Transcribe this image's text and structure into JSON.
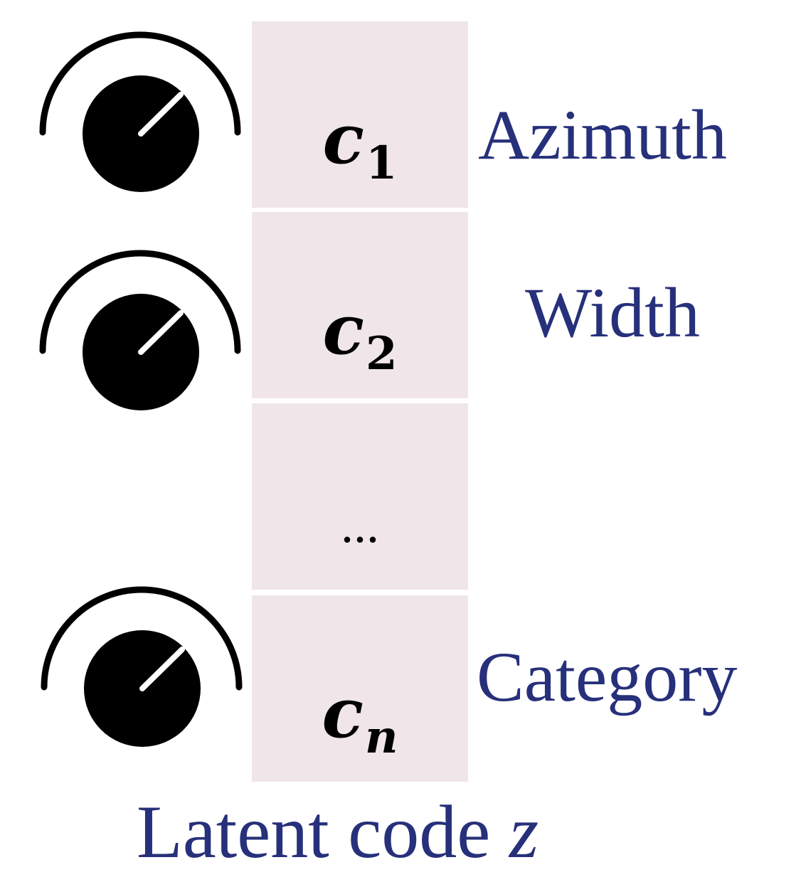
{
  "latent_codes": [
    {
      "symbol": "c",
      "subscript": "1",
      "attribute": "Azimuth",
      "has_knob": true
    },
    {
      "symbol": "c",
      "subscript": "2",
      "attribute": "Width",
      "has_knob": true
    },
    {
      "ellipsis": "..."
    },
    {
      "symbol": "c",
      "subscript": "n",
      "attribute": "Category",
      "has_knob": true
    }
  ],
  "caption": {
    "text": "Latent code ",
    "variable": "z"
  },
  "colors": {
    "cell_fill": "#f0e6ea",
    "label_text": "#27307a",
    "knob": "#000000"
  },
  "icons": {
    "knob": "dial-knob-icon"
  }
}
